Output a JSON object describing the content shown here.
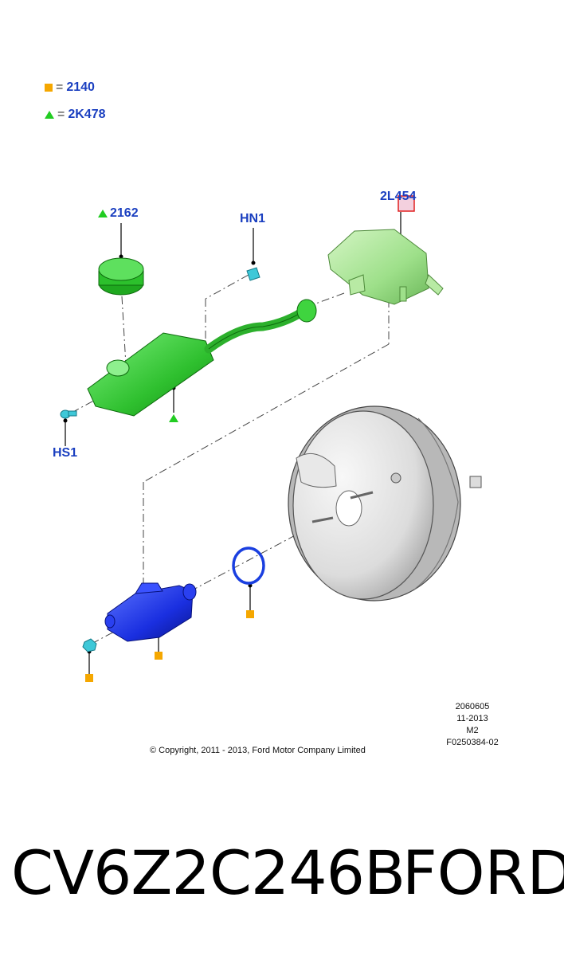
{
  "legend": [
    {
      "marker": "square",
      "equals": "=",
      "code": "2140",
      "color": "#f5a700"
    },
    {
      "marker": "triangle",
      "equals": "=",
      "code": "2K478",
      "color": "#22cc22"
    }
  ],
  "callouts": {
    "cap": "2162",
    "hose_clip": "HN1",
    "reservoir": "2L454",
    "screw": "HS1"
  },
  "meta": {
    "line1": "2060605",
    "line2": "11-2013",
    "line3": "M2",
    "line4": "F0250384-02"
  },
  "copyright": "© Copyright, 2011 - 2013, Ford Motor Company Limited",
  "footer": {
    "part_number": "CV6Z2C246B",
    "brand": "FORD"
  },
  "colors": {
    "callout_text": "#1a3fc0",
    "square_marker": "#f5a700",
    "triangle_marker": "#22cc22",
    "reservoir_green": "#3fd43f",
    "light_green": "#a8e690",
    "master_cylinder_blue": "#1a2fe0",
    "booster_gray": "#d8d8d8",
    "fastener_cyan": "#3ec8d8",
    "highlight_box": "#e02020"
  }
}
